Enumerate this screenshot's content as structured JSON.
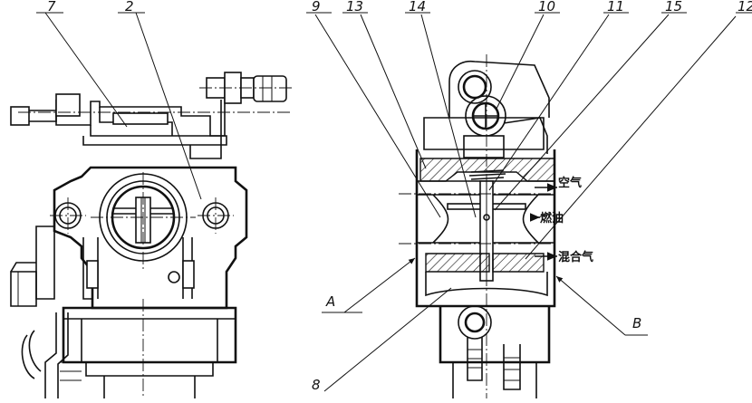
{
  "diagram": {
    "callouts": {
      "top": [
        "7",
        "2",
        "9",
        "13",
        "14",
        "10",
        "11",
        "15",
        "12"
      ],
      "side": [
        "A",
        "8",
        "B"
      ]
    },
    "flow_labels": {
      "air": "空气",
      "fuel": "燃油",
      "mixture": "混合气"
    }
  }
}
